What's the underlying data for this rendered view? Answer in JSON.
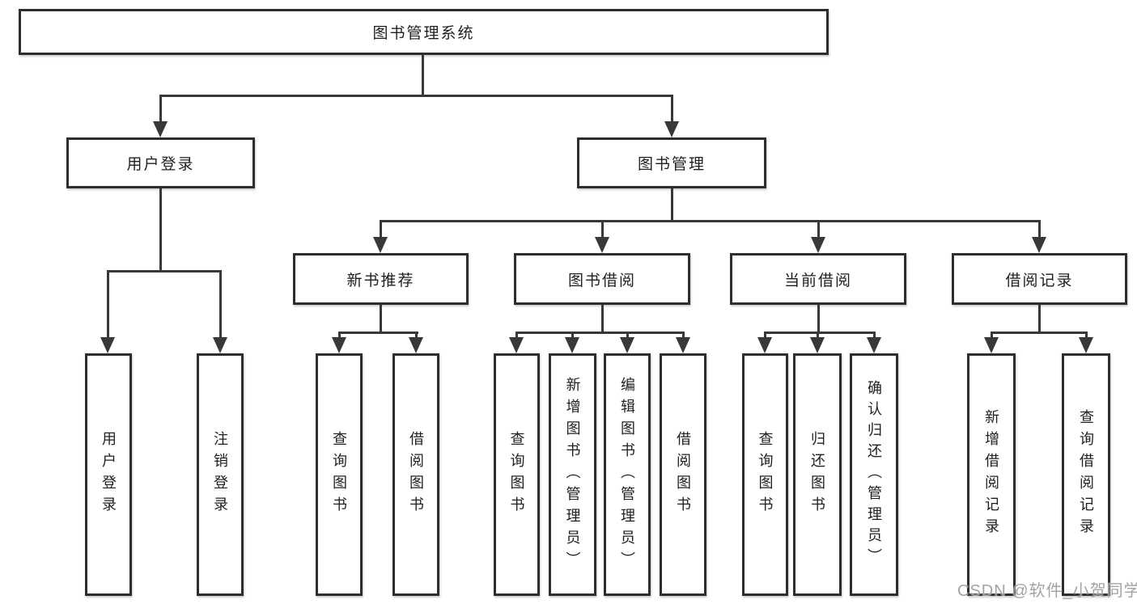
{
  "diagram_title": "图书管理系统",
  "tree": {
    "label": "图书管理系统",
    "children": [
      {
        "label": "用户登录",
        "children": [
          {
            "label": "用户登录"
          },
          {
            "label": "注销登录"
          }
        ]
      },
      {
        "label": "图书管理",
        "children": [
          {
            "label": "新书推荐",
            "children": [
              {
                "label": "查询图书"
              },
              {
                "label": "借阅图书"
              }
            ]
          },
          {
            "label": "图书借阅",
            "children": [
              {
                "label": "查询图书"
              },
              {
                "label": "新增图书（管理员）"
              },
              {
                "label": "编辑图书（管理员）"
              },
              {
                "label": "借阅图书"
              }
            ]
          },
          {
            "label": "当前借阅",
            "children": [
              {
                "label": "查询图书"
              },
              {
                "label": "归还图书"
              },
              {
                "label": "确认归还（管理员）"
              }
            ]
          },
          {
            "label": "借阅记录",
            "children": [
              {
                "label": "新增借阅记录"
              },
              {
                "label": "查询借阅记录"
              }
            ]
          }
        ]
      }
    ]
  },
  "watermark": "CSDN @软件_小贺同学",
  "colors": {
    "background": "#ffffff",
    "box_border": "#2e2e2e",
    "connector_line": "#383838",
    "text": "#1f1f1f",
    "watermark_text": "#9e9e9e"
  }
}
